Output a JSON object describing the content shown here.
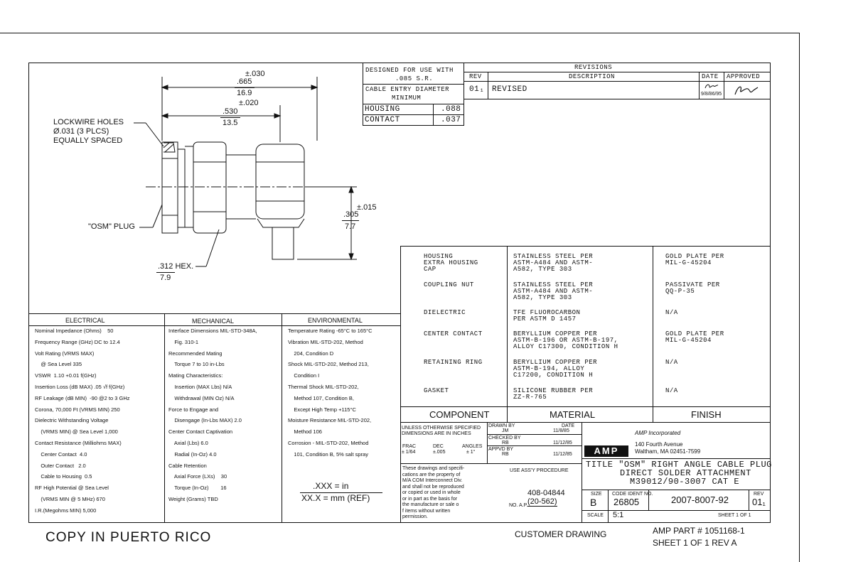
{
  "drawing": {
    "dims": {
      "overall_tol": "±.030",
      "overall_in": ".665",
      "overall_mm": "16.9",
      "mid_tol": "±.020",
      "mid_in": ".530",
      "mid_mm": "13.5",
      "height_tol": "±.015",
      "height_in": ".305",
      "height_mm": "7.7",
      "hex_in": ".312 HEX.",
      "hex_mm": "7.9"
    },
    "lockwire": [
      "LOCKWIRE HOLES",
      "Ø.031 (3 PLCS)",
      "EQUALLY SPACED"
    ],
    "plug_label": "\"OSM\" PLUG"
  },
  "designed_for": {
    "title": "DESIGNED FOR USE WITH",
    "cable": ".085 S.R.",
    "entry": "CABLE ENTRY DIAMETER",
    "minimum": "MINIMUM",
    "rows": [
      {
        "label": "HOUSING",
        "value": ".088"
      },
      {
        "label": "CONTACT",
        "value": ".037"
      }
    ]
  },
  "revisions": {
    "title": "REVISIONS",
    "headers": {
      "rev": "REV",
      "desc": "DESCRIPTION",
      "date": "DATE",
      "approved": "APPROVED"
    },
    "row": {
      "rev": "01₁",
      "desc": "REVISED",
      "date": "9/8/86/95"
    }
  },
  "materials": {
    "rows": [
      {
        "component": "HOUSING\nEXTRA HOUSING\nCAP",
        "material": "STAINLESS STEEL PER\nASTM-A484 AND ASTM-\nA582, TYPE 303",
        "finish": "GOLD PLATE PER\nMIL-G-45204"
      },
      {
        "component": "COUPLING NUT",
        "material": "STAINLESS STEEL PER\nASTM-A484 AND ASTM-\nA582, TYPE 303",
        "finish": "PASSIVATE PER\nQQ-P-35"
      },
      {
        "component": "DIELECTRIC",
        "material": "TFE FLUOROCARBON\nPER ASTM D 1457",
        "finish": "N/A"
      },
      {
        "component": "CENTER CONTACT",
        "material": "BERYLLIUM COPPER PER\nASTM-B-196 OR ASTM-B-197,\nALLOY C17300, CONDITION H",
        "finish": "GOLD PLATE PER\nMIL-G-45204"
      },
      {
        "component": "RETAINING RING",
        "material": "BERYLLIUM COPPER PER\nASTM-B-194, ALLOY\nC17200, CONDITION H",
        "finish": "N/A"
      },
      {
        "component": "GASKET",
        "material": "SILICONE RUBBER PER\nZZ-R-765",
        "finish": "N/A"
      }
    ],
    "headers": {
      "component": "COMPONENT",
      "material": "MATERIAL",
      "finish": "FINISH"
    }
  },
  "specs": {
    "electrical": {
      "title": "ELECTRICAL",
      "lines": [
        "Nominal Impedance (Ohms)    50",
        "Frequency Range (GHz) DC to 12.4",
        "Volt Rating (VRMS MAX)",
        "    @ Sea Level 335",
        "VSWR  1.10 +0.01 f(GHz)",
        "Insertion Loss (dB MAX) .05 √f f(GHz)",
        "RF Leakage (dB MIN)  -90 @2 to 3 GHz",
        "Corona, 70,000 Ft (VRMS MIN) 250",
        "Dielectric Withstanding Voltage",
        "    (VRMS MIN) @ Sea Level 1,000",
        "Contact Resistance (Milliohms MAX)",
        "    Center Contact  4.0",
        "    Outer Contact   2.0",
        "    Cable to Housing  0.5",
        "RF High Potential @ Sea Level",
        "    (VRMS MIN @ 5 MHz) 670",
        "I.R.(Megohms MIN) 5,000"
      ]
    },
    "mechanical": {
      "title": "MECHANICAL",
      "lines": [
        "Interface Dimensions MIL-STD-348A,",
        "    Fig. 310-1",
        "Recommended Mating",
        "    Torque 7 to 10 in-Lbs",
        "Mating Characteristics:",
        "    Insertion (MAX Lbs) N/A",
        "    Withdrawal (MIN Oz) N/A",
        "Force to Engage and",
        "    Disengage (In-Lbs MAX) 2.0",
        "Center Contact Captivation",
        "    Axial (Lbs) 6.0",
        "    Radial (In-Oz) 4.0",
        "Cable Retention",
        "    Axial Force (LXs)    30",
        "    Torque (In-Oz)        16",
        "Weight (Grams) TBD"
      ]
    },
    "environmental": {
      "title": "ENVIRONMENTAL",
      "lines": [
        "Temperature Rating -65°C to 165°C",
        "Vibration MIL-STD-202, Method",
        "    204, Condition D",
        "Shock MIL-STD-202, Method 213,",
        "    Condition I",
        "Thermal Shock MIL-STD-202,",
        "    Method 107, Condition B,",
        "    Except High Temp +115°C",
        "Moisture Resistance MIL-STD-202,",
        "    Method 106",
        "Corrosion - MIL-STD-202, Method",
        "    101, Condition B, 5% salt spray"
      ],
      "units1": ".XXX  =  in",
      "units2": "XX.X  =  mm  (REF)"
    }
  },
  "titleblock": {
    "unless": "UNLESS OTHERWISE SPECIFIED\nDIMENSIONS ARE IN INCHES",
    "tol": {
      "frac": "FRAC",
      "dec": "DEC",
      "angles": "ANGLES",
      "frac_v": "± 1/64",
      "dec_v": "±.005",
      "ang_v": "± 1°"
    },
    "drawn": {
      "label": "DRAWN BY",
      "who": "JM",
      "date_label": "DATE",
      "date": "11/8/85"
    },
    "checked": {
      "label": "CHECKED BY",
      "who": "RB",
      "date": "11/12/85"
    },
    "approved": {
      "label": "APPVD BY",
      "who": "RB",
      "date": "11/12/85"
    },
    "company": "AMP Incorporated",
    "address1": "140 Fourth Avenue",
    "address2": "Waltham, MA 02451-7599",
    "logo": "AMP",
    "disclaimer": "These drawings and specifi-\ncations are the property of\nM/A COM Interconnect Div.\nand shall not be reproduced\nor copied or used in whole\nor in part as the basis for\nthe manufacture or sale o\nf items without written\npermission.",
    "use_proc": "USE ASS'Y PROCEDURE",
    "proc_no": "408-04844",
    "na_label": "NO. A.P.",
    "na_value": "(20-562)",
    "title": "TITLE \"OSM\" RIGHT ANGLE CABLE PLUG",
    "title2": "DIRECT SOLDER ATTACHMENT",
    "title3": "M39012/90-3007 CAT E",
    "size_label": "SIZE",
    "size": "B",
    "code_label": "CODE IDENT NO.",
    "code": "26805",
    "dwg_no": "2007-8007-92",
    "rev_label": "REV",
    "rev": "01₁",
    "scale_label": "SCALE",
    "scale": "5:1",
    "sheet": "SHEET  1  OF  1"
  },
  "footer": {
    "copy": "COPY  IN  PUERTO  RICO",
    "customer": "CUSTOMER DRAWING",
    "amp_part": "AMP PART # 1051168-1",
    "sheet_rev": "SHEET 1 OF 1  REV A"
  }
}
